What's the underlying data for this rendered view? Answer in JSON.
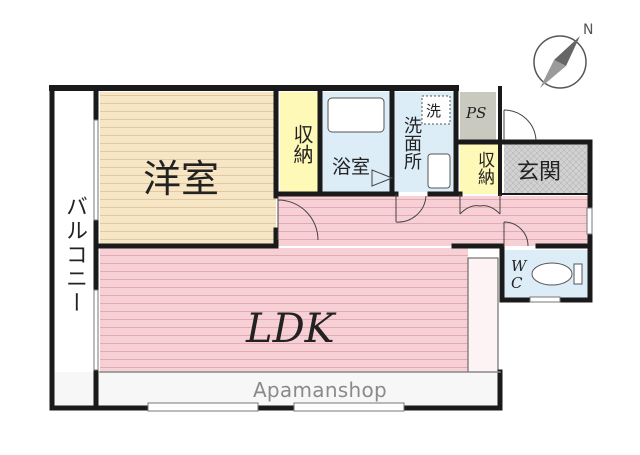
{
  "rooms": {
    "western_room": "洋室",
    "closet_1": "収納",
    "bathroom": "浴室",
    "washroom": "洗面所",
    "washer": "洗",
    "ps": "PS",
    "closet_2": "収納",
    "entrance": "玄関",
    "toilet": "WC",
    "ldk": "LDK",
    "balcony": "バルコニー"
  },
  "compass": {
    "north_label": "N"
  },
  "watermark": "Apamanshop",
  "colors": {
    "western_room_fill": "#f7e6c6",
    "ldk_fill": "#f7d0d6",
    "closet_fill": "#fff9b8",
    "wet_area_fill": "#dcedf8",
    "ps_fill": "#c9c9c0",
    "entrance_fill": "#cfcfcf",
    "wall": "#1a1a1a"
  }
}
